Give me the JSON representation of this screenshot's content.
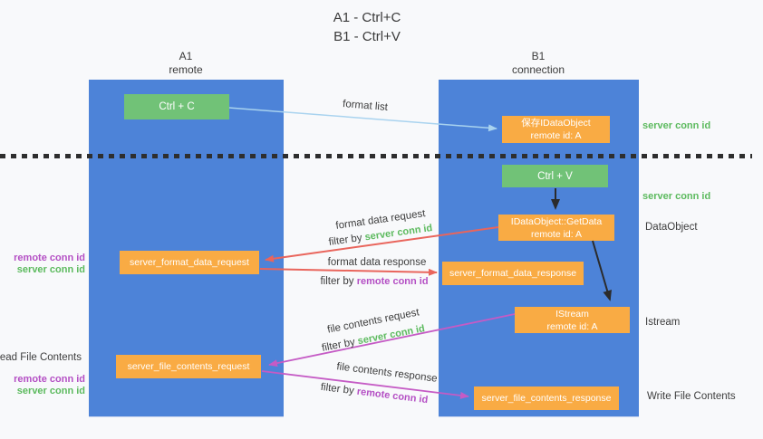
{
  "title": {
    "line1": "A1 - Ctrl+C",
    "line2": "B1 - Ctrl+V"
  },
  "lifelines": {
    "left": {
      "title": "A1",
      "subtitle": "remote"
    },
    "right": {
      "title": "B1",
      "subtitle": "connection"
    }
  },
  "nodes": {
    "ctrl_c": {
      "label": "Ctrl + C"
    },
    "ctrl_v": {
      "label": "Ctrl + V"
    },
    "save_idataobject": {
      "line1": "保存IDataObject",
      "line2": "remote id: A"
    },
    "idataobject_getdata": {
      "line1": "IDataObject::GetData",
      "line2": "remote id: A"
    },
    "istream": {
      "line1": "IStream",
      "line2": "remote id: A"
    },
    "server_format_data_request": {
      "label": "server_format_data_request"
    },
    "server_format_data_response": {
      "label": "server_format_data_response"
    },
    "server_file_contents_request": {
      "label": "server_file_contents_request"
    },
    "server_file_contents_response": {
      "label": "server_file_contents_response"
    }
  },
  "arrow_labels": {
    "format_list": "format list",
    "format_data_request": "format data request",
    "format_data_response": "format data response",
    "file_contents_request": "file contents request",
    "file_contents_response": "file contents response",
    "filter_by": "filter by",
    "server_conn_id": "server conn id",
    "remote_conn_id": "remote conn id"
  },
  "side_labels": {
    "right_server_conn_id_1": "server conn id",
    "right_server_conn_id_2": "server conn id",
    "dataobject": "DataObject",
    "istream": "Istream",
    "write_file_contents": "Write File Contents",
    "left_remote_conn_id_1": "remote conn id",
    "left_server_conn_id_1": "server conn id",
    "read_file_contents": "Read File Contents",
    "left_remote_conn_id_2": "remote conn id",
    "left_server_conn_id_2": "server conn id"
  },
  "colors": {
    "lifeline_blue": "#4d83d8",
    "box_green": "#71c277",
    "box_orange": "#f9ab44",
    "text_green": "#5cba5e",
    "text_purple": "#b44fc4",
    "arrow_blue": "#a9d3ef",
    "arrow_red": "#e9655c",
    "arrow_magenta": "#c55bc5",
    "arrow_black": "#2b2b2b"
  }
}
